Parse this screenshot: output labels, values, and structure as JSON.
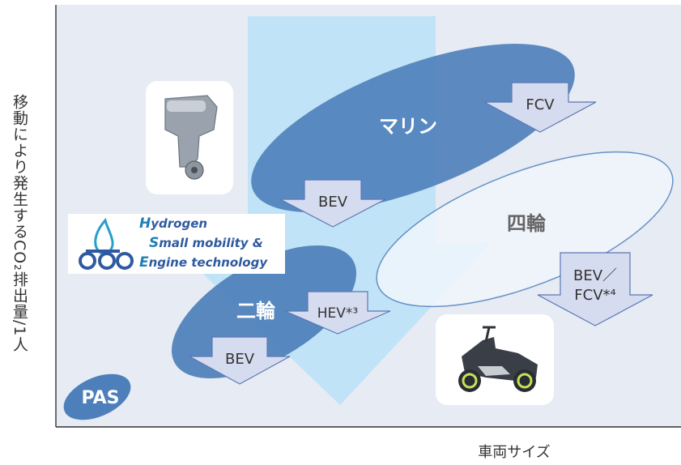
{
  "axes": {
    "y_label": "移動により発生するCO₂排出量/1人",
    "x_label": "車両サイズ"
  },
  "regions": {
    "marine": "マリン",
    "four_wheel": "四輪",
    "two_wheel": "二輪",
    "pas": "PAS"
  },
  "arrows": {
    "marine_fcv": "FCV",
    "marine_bev": "BEV",
    "four_wheel_line1": "BEV／",
    "four_wheel_line2": "FCV*⁴",
    "two_wheel_hev": "HEV*³",
    "two_wheel_bev": "BEV"
  },
  "logo": {
    "line1_cap": "H",
    "line1_rest": "ydrogen",
    "line2_cap": "S",
    "line2_rest": "mall mobility &",
    "line3_cap": "E",
    "line3_rest": "ngine technology"
  },
  "images": {
    "outboard": "outboard-motor-photo",
    "scooter": "electric-scooter-photo"
  },
  "colors": {
    "plot_bg": "#e6ebf4",
    "band": "#bfe3f7",
    "ellipse_dark": "#4d7fba",
    "ellipse_light": "#f2f7fd",
    "arrow_fill": "#d6dcef",
    "arrow_stroke": "#5a77b5"
  }
}
